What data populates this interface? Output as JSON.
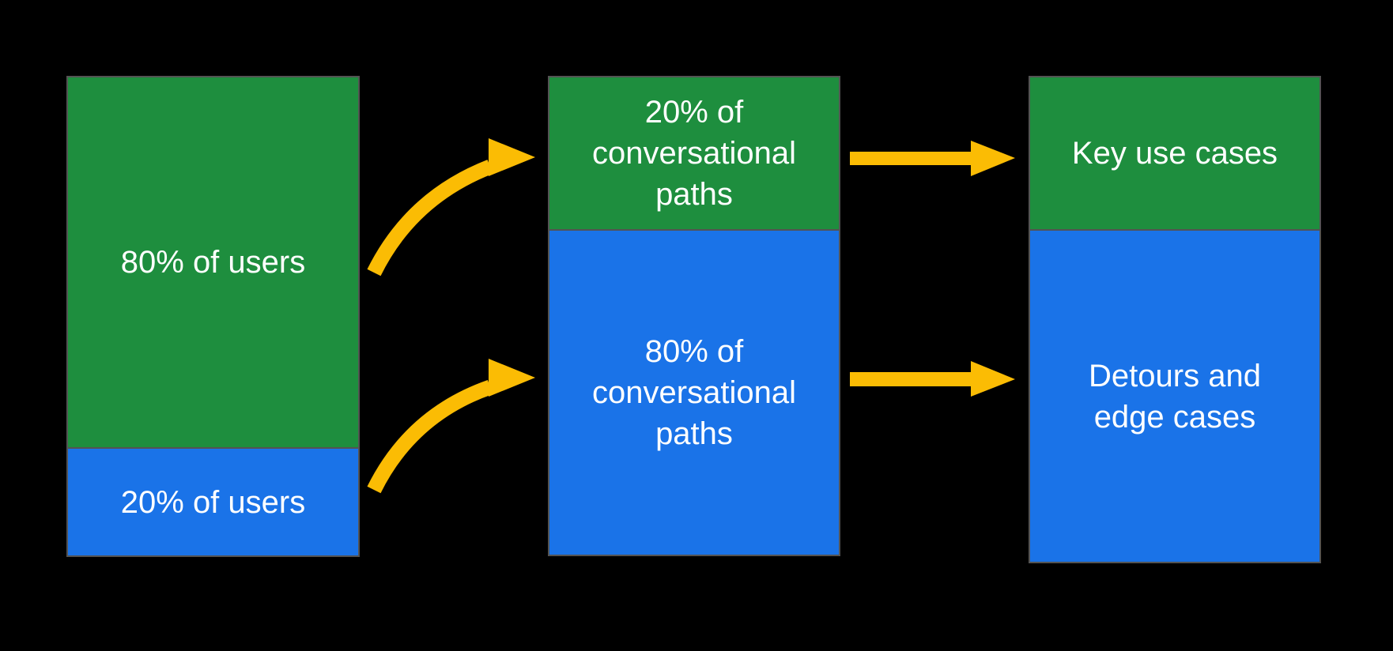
{
  "colors": {
    "green": "#1e8e3e",
    "blue": "#1a73e8",
    "arrow_yellow": "#fbbc04",
    "segment_border": "#535353",
    "text": "#ffffff",
    "background": "#000000"
  },
  "columns": [
    {
      "name": "users",
      "segments": [
        {
          "color": "green",
          "label": "80% of users"
        },
        {
          "color": "blue",
          "label": "20% of users"
        }
      ]
    },
    {
      "name": "conversational-paths",
      "segments": [
        {
          "color": "green",
          "label": "20% of\nconversational\npaths"
        },
        {
          "color": "blue",
          "label": "80% of\nconversational\npaths"
        }
      ]
    },
    {
      "name": "use-cases",
      "segments": [
        {
          "color": "green",
          "label": "Key use cases"
        },
        {
          "color": "blue",
          "label": "Detours and\nedge cases"
        }
      ]
    }
  ],
  "arrows": [
    {
      "name": "curved-arrow-users80-to-paths20",
      "style": "curved",
      "direction": "up-right"
    },
    {
      "name": "curved-arrow-users20-to-paths80",
      "style": "curved",
      "direction": "up-right"
    },
    {
      "name": "straight-arrow-paths20-to-key-use-cases",
      "style": "straight",
      "direction": "right"
    },
    {
      "name": "straight-arrow-paths80-to-detours",
      "style": "straight",
      "direction": "right"
    }
  ]
}
